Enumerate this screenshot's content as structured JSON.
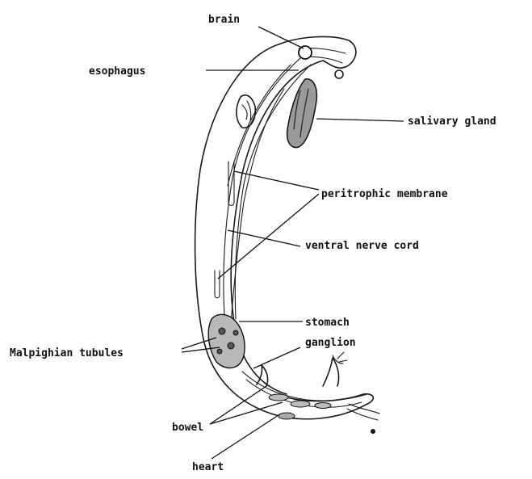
{
  "labels": {
    "brain": "brain",
    "esophagus": "esophagus",
    "salivary_gland": "salivary gland",
    "peritrophic_membrane": "peritrophic membrane",
    "ventral_nerve_cord": "ventral nerve cord",
    "stomach": "stomach",
    "ganglion": "ganglion",
    "malpighian_tubules": "Malpighian tubules",
    "bowel": "bowel",
    "heart": "heart"
  }
}
